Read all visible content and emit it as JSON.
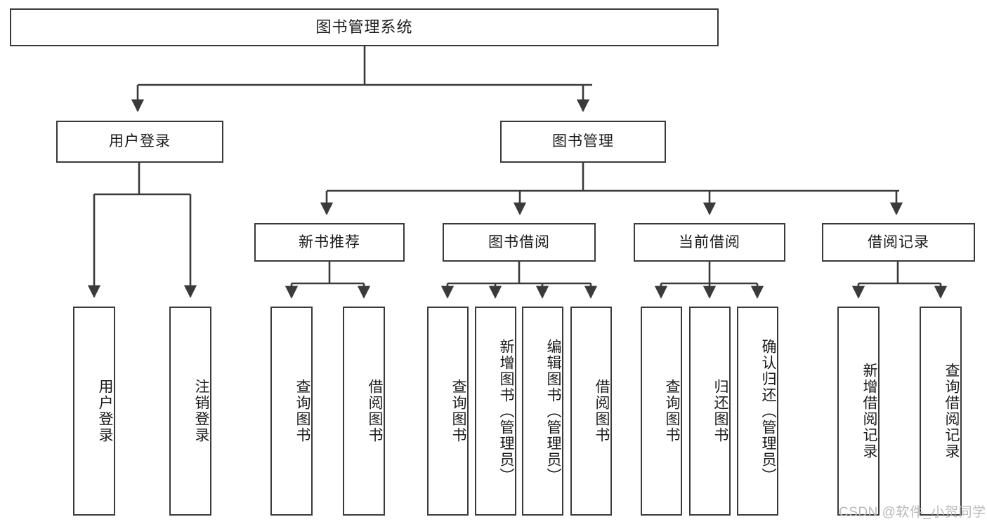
{
  "diagram": {
    "title": "图书管理系统",
    "type": "tree-hierarchy-chart",
    "watermark": "CSDN @软件_小贺同学",
    "stroke_color": "#3a3a3a",
    "background_color": "#ffffff",
    "text_color": "#1a1a1a"
  },
  "nodes": {
    "root": {
      "label": "图书管理系统"
    },
    "level2": [
      {
        "label": "用户登录"
      },
      {
        "label": "图书管理"
      }
    ],
    "level3": [
      {
        "label": "新书推荐"
      },
      {
        "label": "图书借阅"
      },
      {
        "label": "当前借阅"
      },
      {
        "label": "借阅记录"
      }
    ],
    "leaves_user_login": [
      {
        "label": "用户登录"
      },
      {
        "label": "注销登录"
      }
    ],
    "leaves_new_book": [
      {
        "label": "查询图书"
      },
      {
        "label": "借阅图书"
      }
    ],
    "leaves_borrow": [
      {
        "label": "查询图书"
      },
      {
        "label": "新增图书（管理员）"
      },
      {
        "label": "编辑图书（管理员）"
      },
      {
        "label": "借阅图书"
      }
    ],
    "leaves_current": [
      {
        "label": "查询图书"
      },
      {
        "label": "归还图书"
      },
      {
        "label": "确认归还（管理员）"
      }
    ],
    "leaves_record": [
      {
        "label": "新增借阅记录"
      },
      {
        "label": "查询借阅记录"
      }
    ]
  }
}
